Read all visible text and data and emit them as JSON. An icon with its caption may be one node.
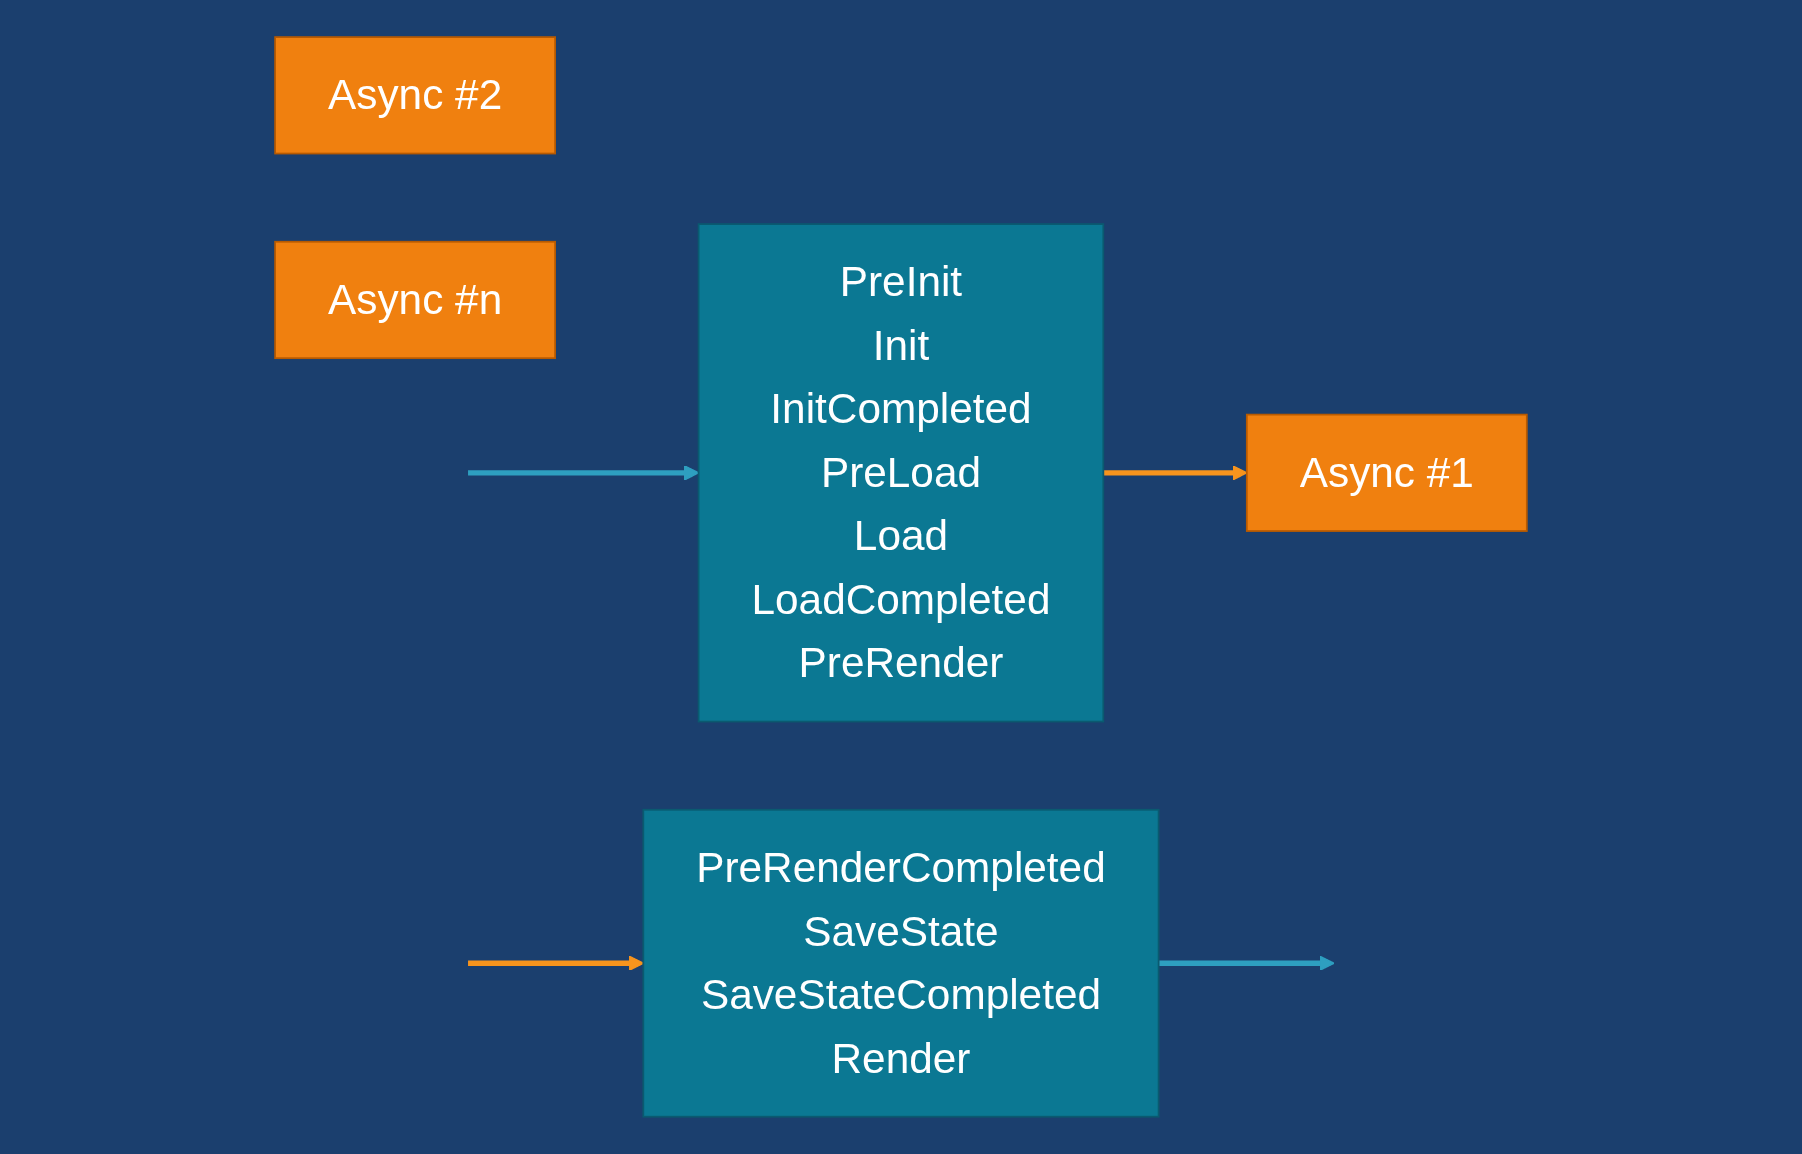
{
  "diagram": {
    "nodes": [
      {
        "text": [
          "PreInit",
          "Init",
          "InitCompleted",
          "PreLoad",
          "Load",
          "LoadCompleted",
          "PreRender"
        ]
      },
      {
        "text": [
          "Async #1"
        ]
      },
      {
        "text": [
          "Async #2"
        ]
      },
      {
        "text": [
          "Async #n"
        ]
      },
      {
        "text": [
          "PreRenderCompleted",
          "SaveState",
          "SaveStateCompleted",
          "Render"
        ]
      }
    ],
    "edges": [
      {
        "from": null,
        "to": 0,
        "arrow": "to",
        "color": "#2e9fc0"
      },
      {
        "from": 0,
        "to": 1,
        "arrow": "to",
        "color": "#f7941d"
      },
      {
        "from": null,
        "to": 4,
        "arrow": "to",
        "color": "#f7941d"
      },
      {
        "from": 4,
        "to": null,
        "arrow": "to",
        "color": "#2e9fc0"
      }
    ]
  }
}
